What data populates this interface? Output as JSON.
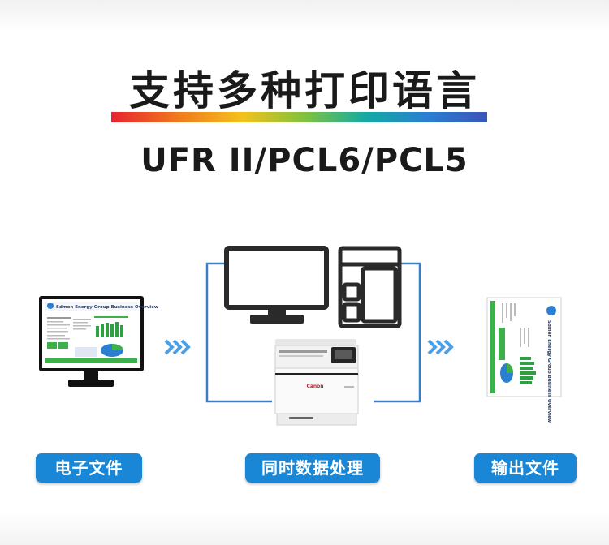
{
  "headline": "支持多种打印语言",
  "subheadline": "UFR II/PCL6/PCL5",
  "steps": {
    "input": {
      "label": "电子文件"
    },
    "process": {
      "label": "同时数据处理"
    },
    "output": {
      "label": "输出文件"
    }
  },
  "screen_document": {
    "title": "Sdmon Energy Group Business Overview"
  },
  "printer_brand": "Canon",
  "colors": {
    "accent": "#1a86d6",
    "line": "#3a7fc4",
    "arrow": "#4aa0e6",
    "text": "#1a1a1a"
  },
  "icons": [
    "monitor-icon",
    "layout-icon",
    "printer-icon",
    "chevron-arrow-icon"
  ]
}
